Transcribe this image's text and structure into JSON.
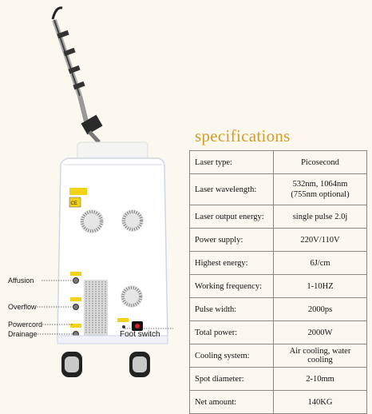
{
  "title": "specifications",
  "specs": [
    {
      "key": "Laser type:",
      "value": "Picosecond"
    },
    {
      "key": "Laser wavelength:",
      "value": "532nm, 1064nm",
      "value2": "(755nm optional)"
    },
    {
      "key": "Laser output energy:",
      "value": "single pulse 2.0j"
    },
    {
      "key": "Power supply:",
      "value": "220V/110V"
    },
    {
      "key": "Highest energy:",
      "value": "6J/cm"
    },
    {
      "key": "Working frequency:",
      "value": "1-10HZ"
    },
    {
      "key": "Pulse width:",
      "value": "2000ps"
    },
    {
      "key": "Total power:",
      "value": "2000W"
    },
    {
      "key": "Cooling system:",
      "value": "Air cooling, water cooling"
    },
    {
      "key": "Spot diameter:",
      "value": "2-10mm"
    },
    {
      "key": "Net amount:",
      "value": "140KG"
    }
  ],
  "callouts": {
    "affusion": "Affusion",
    "overflow": "Overflow",
    "powercord": "Powercord",
    "drainage": "Drainage",
    "foot_switch": "Foot switch"
  }
}
